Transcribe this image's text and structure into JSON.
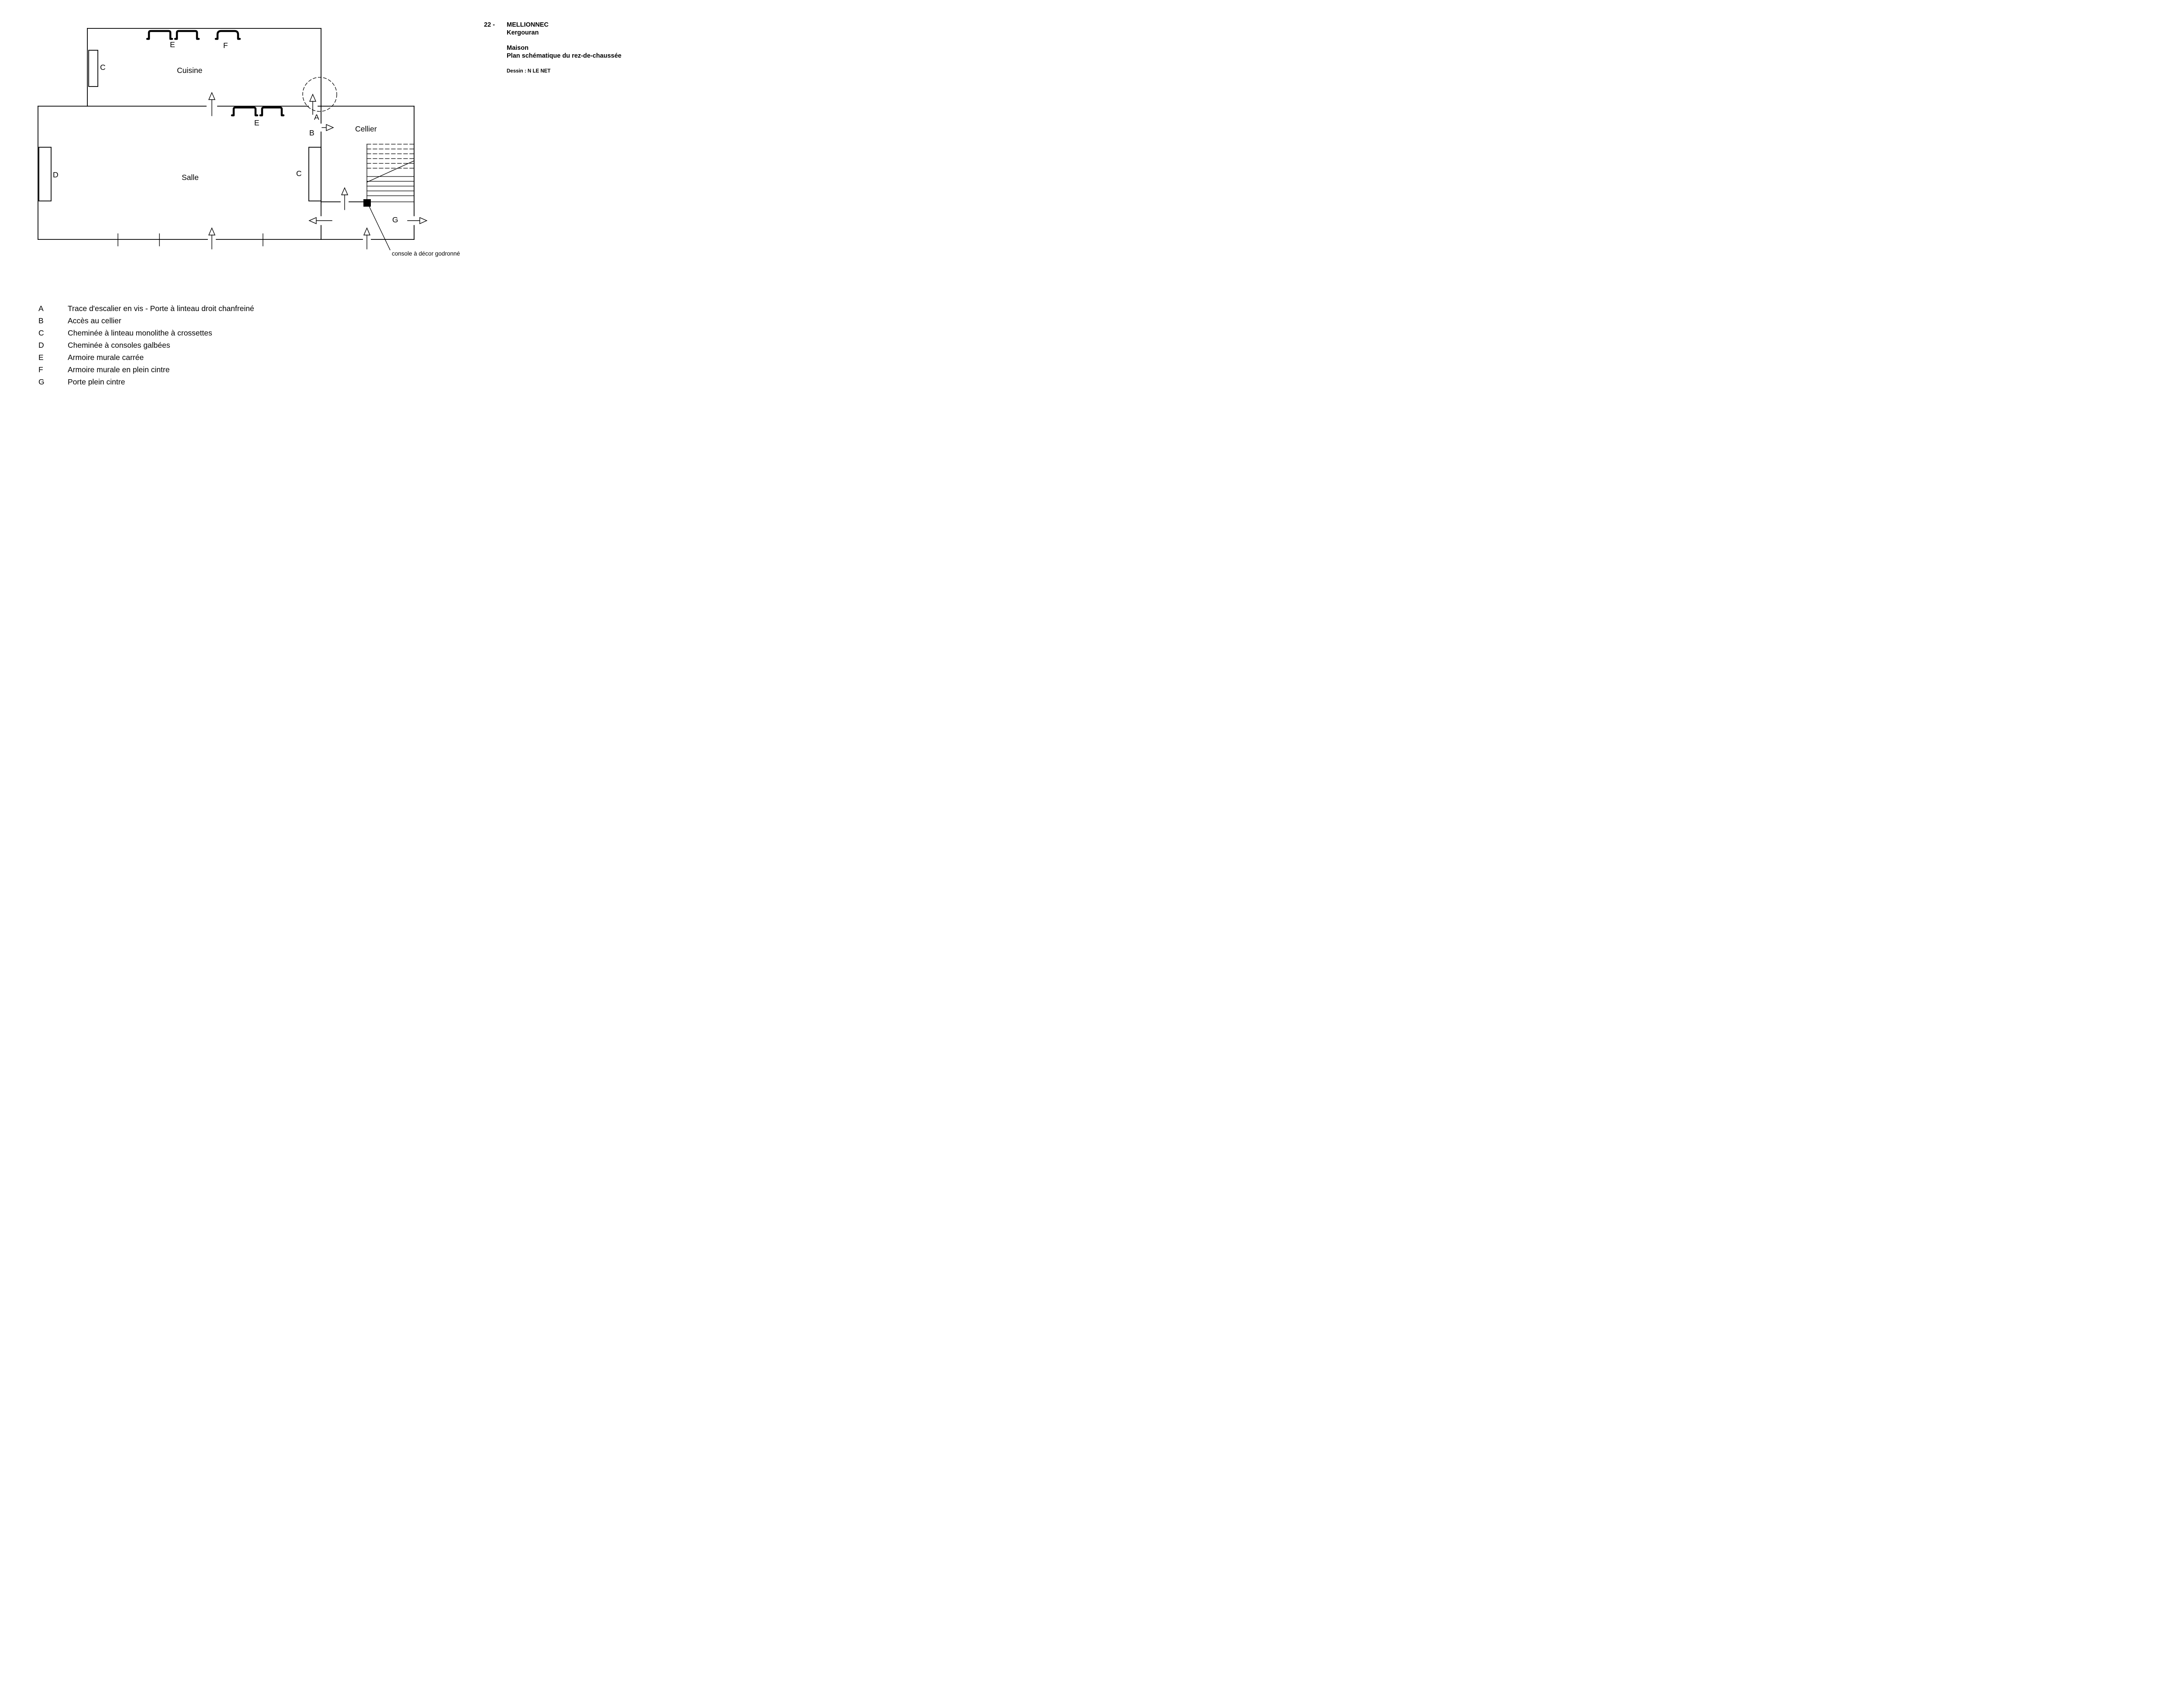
{
  "title_block": {
    "number": "22 -",
    "commune": "MELLIONNEC",
    "place": "Kergouran",
    "building": "Maison",
    "plan_title": "Plan schématique du rez-de-chaussée",
    "credit": "Dessin : N LE NET"
  },
  "plan": {
    "rooms": {
      "cuisine": "Cuisine",
      "salle": "Salle",
      "cellier": "Cellier"
    },
    "labels": {
      "a": "A",
      "b": "B",
      "c_cuisine": "C",
      "c_salle": "C",
      "d": "D",
      "e_cuisine": "E",
      "e_salle": "E",
      "f": "F",
      "g": "G"
    },
    "annotation": "console à décor godronné"
  },
  "legend": {
    "items": [
      {
        "key": "A",
        "text": "Trace d'escalier en vis - Porte à linteau droit chanfreiné"
      },
      {
        "key": "B",
        "text": "Accès au cellier"
      },
      {
        "key": "C",
        "text": "Cheminée à linteau monolithe à crossettes"
      },
      {
        "key": "D",
        "text": "Cheminée à consoles galbées"
      },
      {
        "key": "E",
        "text": "Armoire murale carrée"
      },
      {
        "key": "F",
        "text": "Armoire murale en plein cintre"
      },
      {
        "key": "G",
        "text": "Porte plein cintre"
      }
    ]
  }
}
